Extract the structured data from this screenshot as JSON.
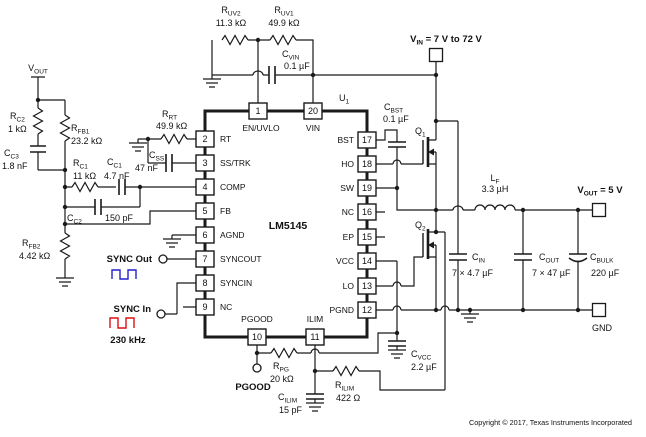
{
  "title": "LM5145 synchronous buck controller typical application schematic",
  "colors": {
    "accent_blue": "#2222cc",
    "accent_red": "#dd1111",
    "wire": "#1a1a1a"
  },
  "ic": {
    "ref": {
      "main": "U",
      "sub": "1"
    },
    "part": "LM5145",
    "pins_top": [
      {
        "num": "1",
        "name": "EN/UVLO"
      },
      {
        "num": "20",
        "name": "VIN"
      }
    ],
    "pins_left": [
      {
        "num": "2",
        "name": "RT"
      },
      {
        "num": "3",
        "name": "SS/TRK"
      },
      {
        "num": "4",
        "name": "COMP"
      },
      {
        "num": "5",
        "name": "FB"
      },
      {
        "num": "6",
        "name": "AGND"
      },
      {
        "num": "7",
        "name": "SYNCOUT"
      },
      {
        "num": "8",
        "name": "SYNCIN"
      },
      {
        "num": "9",
        "name": "NC"
      }
    ],
    "pins_right": [
      {
        "num": "17",
        "name": "BST"
      },
      {
        "num": "18",
        "name": "HO"
      },
      {
        "num": "19",
        "name": "SW"
      },
      {
        "num": "16",
        "name": "NC"
      },
      {
        "num": "15",
        "name": "EP"
      },
      {
        "num": "14",
        "name": "VCC"
      },
      {
        "num": "13",
        "name": "LO"
      },
      {
        "num": "12",
        "name": "PGND"
      }
    ],
    "pins_bottom": [
      {
        "num": "10",
        "name": "PGOOD"
      },
      {
        "num": "11",
        "name": "ILIM"
      }
    ]
  },
  "components": {
    "r_uv2": {
      "main": "R",
      "sub": "UV2",
      "value": "11.3 kΩ"
    },
    "r_uv1": {
      "main": "R",
      "sub": "UV1",
      "value": "49.9 kΩ"
    },
    "c_vin": {
      "main": "C",
      "sub": "VIN",
      "value": "0.1 µF"
    },
    "r_rt": {
      "main": "R",
      "sub": "RT",
      "value": "49.9 kΩ"
    },
    "c_ss": {
      "main": "C",
      "sub": "SS",
      "value": "47 nF"
    },
    "r_c2": {
      "main": "R",
      "sub": "C2",
      "value": "1 kΩ"
    },
    "c_c3": {
      "main": "C",
      "sub": "C3",
      "value": "1.8 nF"
    },
    "r_fb1": {
      "main": "R",
      "sub": "FB1",
      "value": "23.2 kΩ"
    },
    "r_c1": {
      "main": "R",
      "sub": "C1",
      "value": "11 kΩ"
    },
    "c_c1": {
      "main": "C",
      "sub": "C1",
      "value": "4.7 nF"
    },
    "c_c2": {
      "main": "C",
      "sub": "C2",
      "value": "150 pF"
    },
    "r_fb2": {
      "main": "R",
      "sub": "FB2",
      "value": "4.42 kΩ"
    },
    "c_bst": {
      "main": "C",
      "sub": "BST",
      "value": "0.1 µF"
    },
    "q1": {
      "main": "Q",
      "sub": "1"
    },
    "q2": {
      "main": "Q",
      "sub": "2"
    },
    "l_f": {
      "main": "L",
      "sub": "F",
      "value": "3.3 µH"
    },
    "c_in": {
      "main": "C",
      "sub": "IN",
      "value": "7 × 4.7 µF"
    },
    "c_out": {
      "main": "C",
      "sub": "OUT",
      "value": "7 × 47 µF"
    },
    "c_bulk": {
      "main": "C",
      "sub": "BULK",
      "value": "220 µF"
    },
    "c_vcc": {
      "main": "C",
      "sub": "VCC",
      "value": "2.2 µF"
    },
    "r_pg": {
      "main": "R",
      "sub": "PG",
      "value": "20 kΩ"
    },
    "c_ilim": {
      "main": "C",
      "sub": "ILIM",
      "value": "15 pF"
    },
    "r_ilim": {
      "main": "R",
      "sub": "ILIM",
      "value": "422 Ω"
    }
  },
  "ports": {
    "vin": {
      "main": "V",
      "sub": "IN",
      "rest": " = 7 V to 72 V"
    },
    "vout": {
      "main": "V",
      "sub": "OUT",
      "rest": " = 5 V"
    },
    "vout_sense": {
      "main": "V",
      "sub": "OUT"
    },
    "gnd": "GND"
  },
  "signals": {
    "sync_out": "SYNC Out",
    "sync_in": "SYNC In",
    "sync_in_freq": "230 kHz",
    "pgood": "PGOOD"
  },
  "footer": {
    "copyright": "Copyright © 2017, Texas Instruments Incorporated"
  }
}
